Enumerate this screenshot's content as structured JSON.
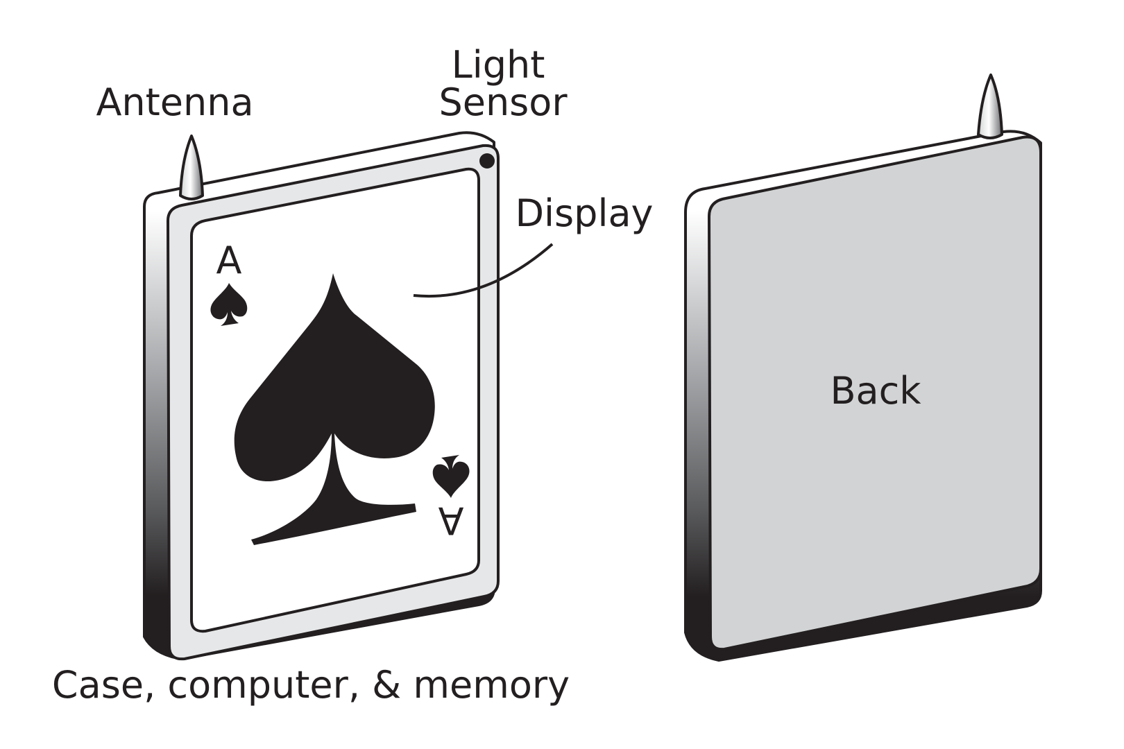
{
  "labels": {
    "antenna": "Antenna",
    "light_sensor_line1": "Light",
    "light_sensor_line2": "Sensor",
    "display": "Display",
    "case": "Case, computer, & memory",
    "back": "Back"
  },
  "card": {
    "rank": "A",
    "suit": "spade"
  },
  "colors": {
    "ink": "#231f20",
    "bezel": "#e6e7e8",
    "back_panel": "#d1d3d4",
    "screen": "#ffffff"
  }
}
